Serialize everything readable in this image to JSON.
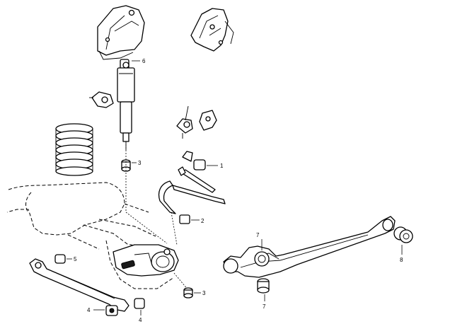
{
  "callouts": {
    "bracket_bushing": "1",
    "stabilizer_bushing": "2",
    "shock_lower_bushing": "3",
    "axle_lower_bushing": "3",
    "link_bushing_a": "4",
    "link_bushing_b": "4",
    "link_end_bushing": "5",
    "shock_top_bushing": "6",
    "arm_bushing_center": "7",
    "arm_bushing_lower": "7",
    "arm_end_bushing": "8"
  }
}
